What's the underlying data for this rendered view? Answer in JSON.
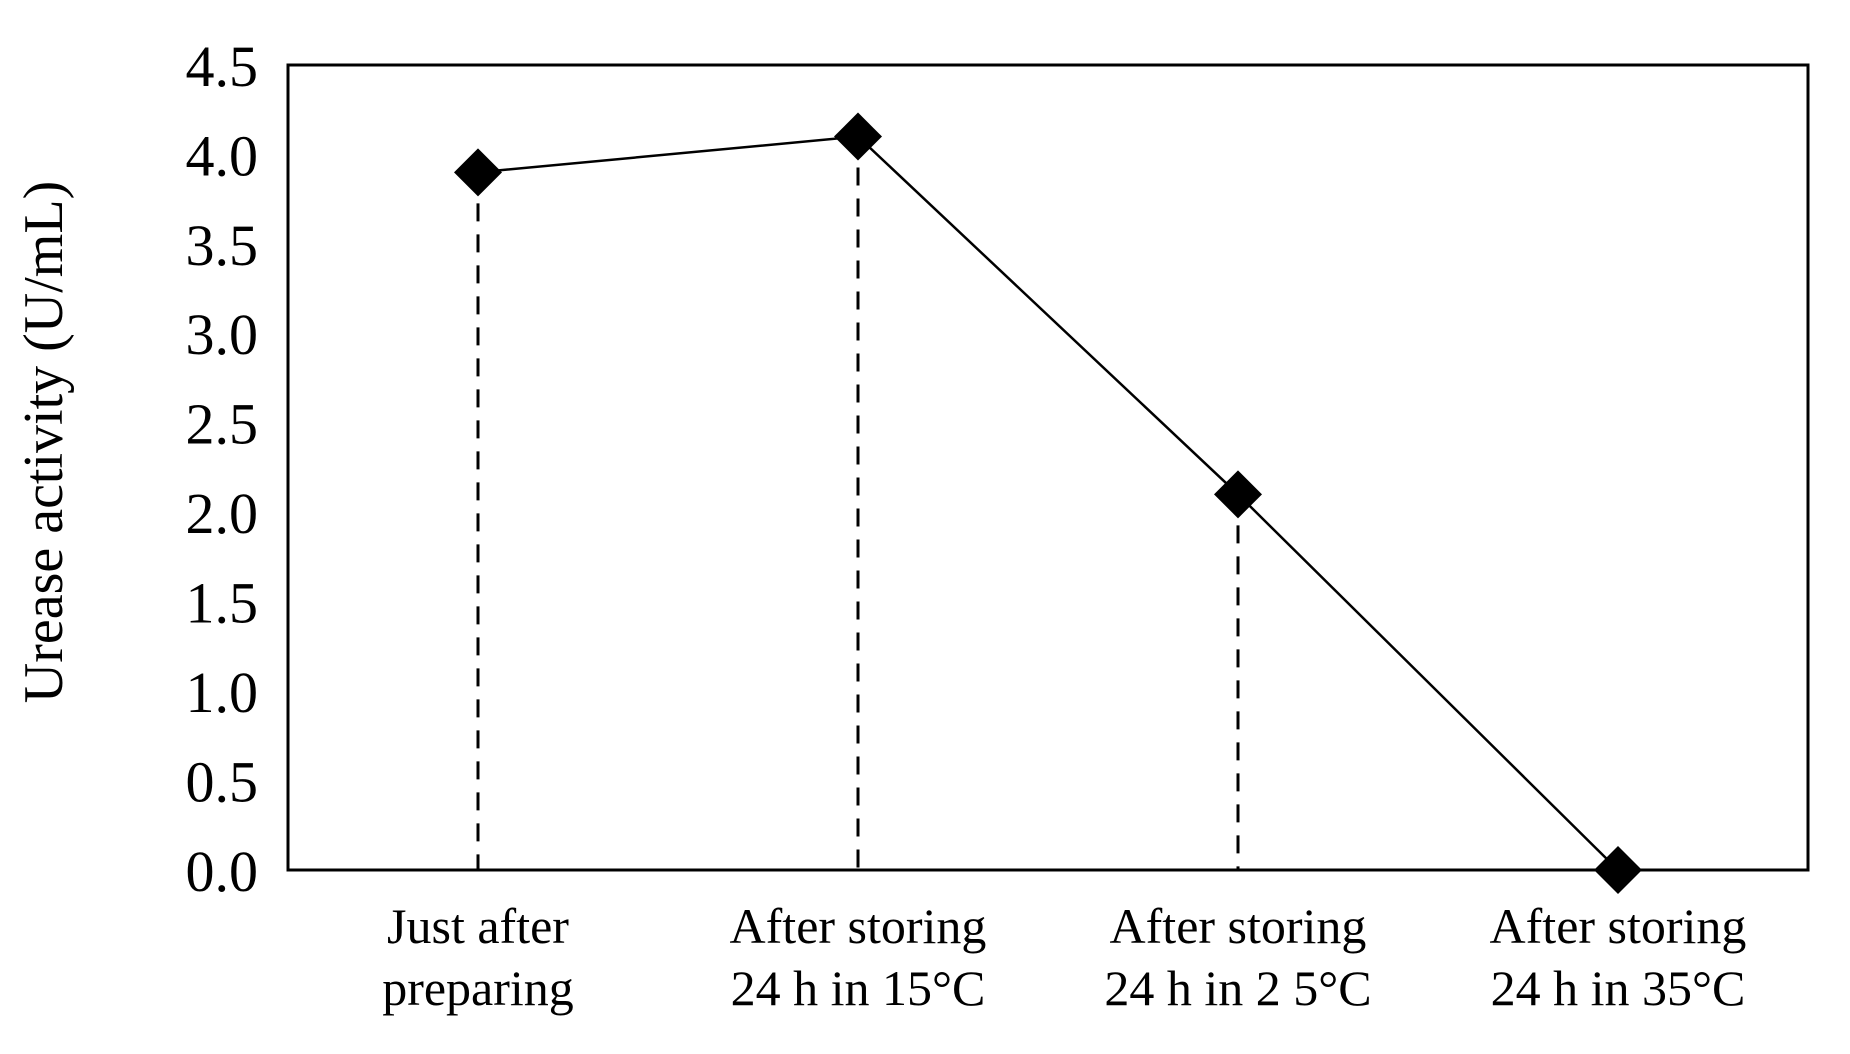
{
  "figure": {
    "background_color": "#ffffff",
    "text_color": "#000000"
  },
  "chart_data": {
    "type": "line",
    "title": "",
    "xlabel": "",
    "ylabel": "Urease activity (U/mL)",
    "categories": [
      "Just after preparing",
      "After storing 24 h in 15°C",
      "After storing 24 h in 2 5°C",
      "After storing 24 h in 35°C"
    ],
    "category_lines": [
      [
        "Just after",
        "preparing"
      ],
      [
        "After storing",
        "24 h in 15°C"
      ],
      [
        "After storing",
        "24 h in 2 5°C"
      ],
      [
        "After storing",
        "24 h in 35°C"
      ]
    ],
    "series": [
      {
        "name": "Urease activity",
        "values": [
          3.9,
          4.1,
          2.1,
          0.0
        ]
      }
    ],
    "ylim": [
      0.0,
      4.5
    ],
    "ytick_step": 0.5,
    "ytick_labels": [
      "0.0",
      "0.5",
      "1.0",
      "1.5",
      "2.0",
      "2.5",
      "3.0",
      "3.5",
      "4.0",
      "4.5"
    ],
    "grid": false,
    "legend_position": "none",
    "plot_border": "full-box",
    "line_color": "#000000",
    "marker": {
      "shape": "diamond",
      "color": "#000000"
    },
    "drop_lines": "dashed vertical line from each data point down to the x-axis"
  }
}
